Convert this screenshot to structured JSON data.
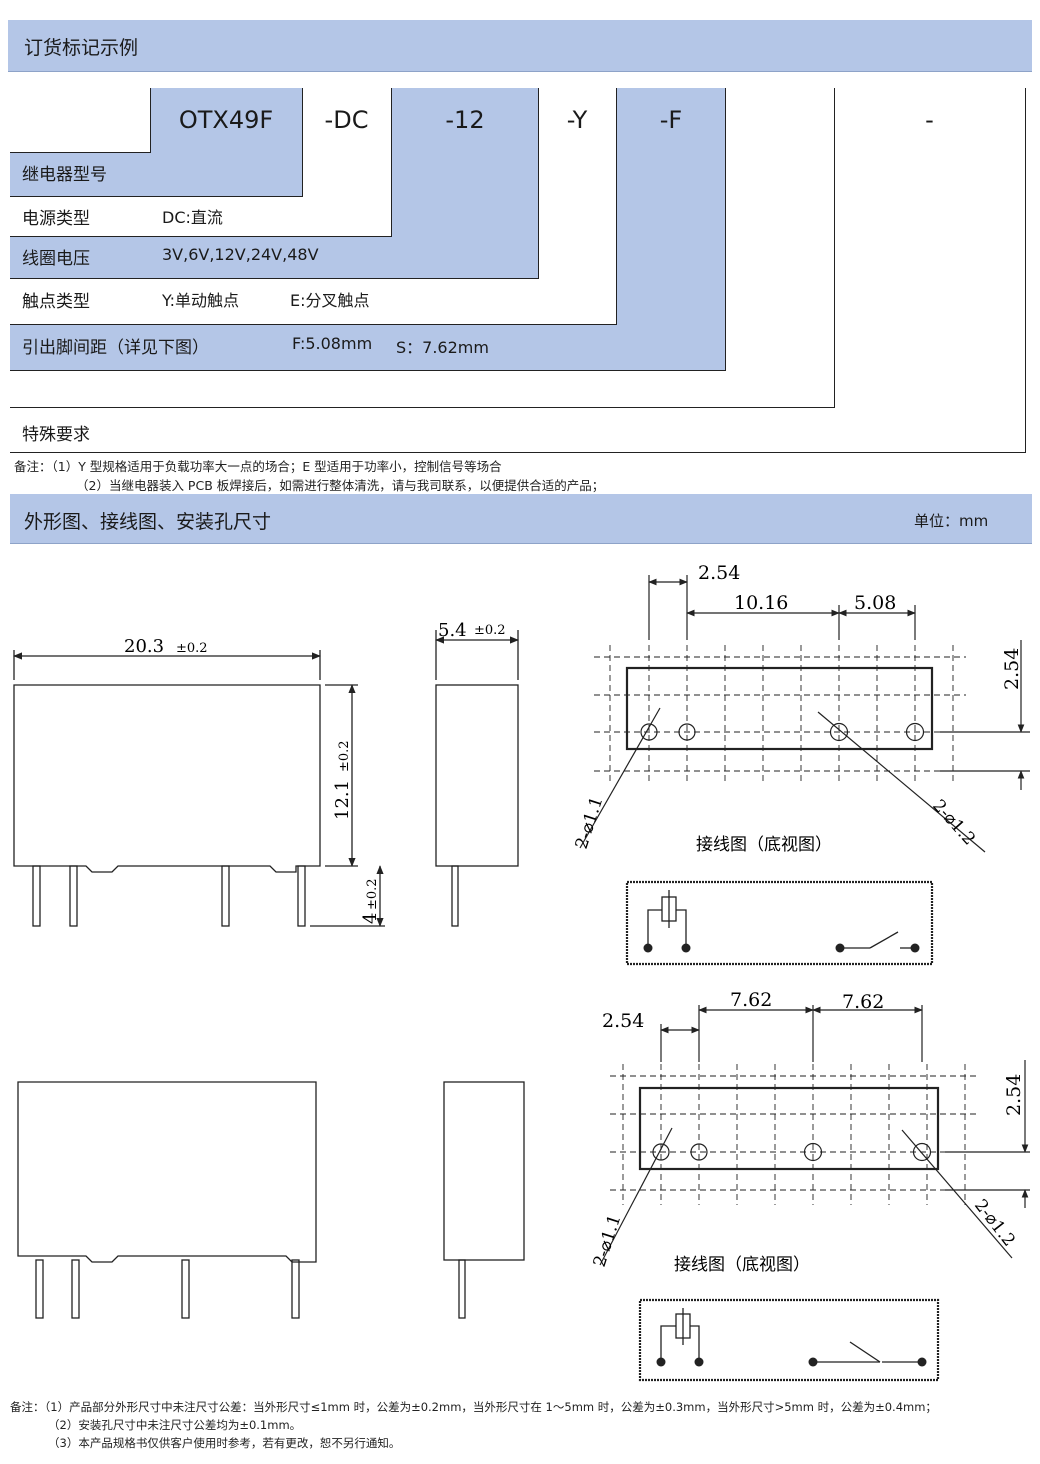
{
  "order_section": {
    "title": "订货标记示例",
    "codes": [
      "OTX49F",
      "-DC",
      "-12",
      "-Y",
      "-F",
      "-"
    ],
    "rows": [
      {
        "label": "继电器型号",
        "value": ""
      },
      {
        "label": "电源类型",
        "value": "DC:直流"
      },
      {
        "label": "线圈电压",
        "value": "3V,6V,12V,24V,48V"
      },
      {
        "label": "触点类型",
        "value": "Y:单动触点",
        "value2": "E:分叉触点"
      },
      {
        "label": "引出脚间距（详见下图）",
        "value": "F:5.08mm",
        "value2": "S：7.62mm"
      },
      {
        "label": "特殊要求",
        "value": ""
      }
    ],
    "notes": [
      "备注：（1）Y 型规格适用于负载功率大一点的场合；E 型适用于功率小，控制信号等场合",
      "（2）当继电器装入 PCB 板焊接后，如需进行整体清洗，请与我司联系，以便提供合适的产品；"
    ]
  },
  "drawing_section": {
    "title": "外形图、接线图、安装孔尺寸",
    "unit": "单位：mm",
    "dims_top": {
      "width": "20.3",
      "width_tol": "±0.2",
      "height": "12.1",
      "height_tol": "±0.2",
      "pin": "4",
      "pin_tol": "±0.2",
      "depth": "5.4",
      "depth_tol": "±0.2"
    },
    "pcb_f": {
      "d1": "2.54",
      "d2": "10.16",
      "d3": "5.08",
      "dv": "2.54",
      "hole_small": "2-⌀1.1",
      "hole_large": "2-⌀1.2",
      "caption": "接线图（底视图）"
    },
    "pcb_s": {
      "d1": "2.54",
      "d2": "7.62",
      "d3": "7.62",
      "dv": "2.54",
      "hole_small": "2-⌀1.1",
      "hole_large": "2-⌀1.2",
      "caption": "接线图（底视图）"
    },
    "notes": [
      "备注：（1）产品部分外形尺寸中未注尺寸公差：当外形尺寸≤1mm 时，公差为±0.2mm，当外形尺寸在 1～5mm 时，公差为±0.3mm，当外形尺寸>5mm 时，公差为±0.4mm；",
      "（2）安装孔尺寸中未注尺寸公差均为±0.1mm。",
      "（3）本产品规格书仅供客户使用时参考，若有更改，恕不另行通知。"
    ]
  },
  "colors": {
    "band": "#b4c6e7",
    "line": "#222222"
  }
}
